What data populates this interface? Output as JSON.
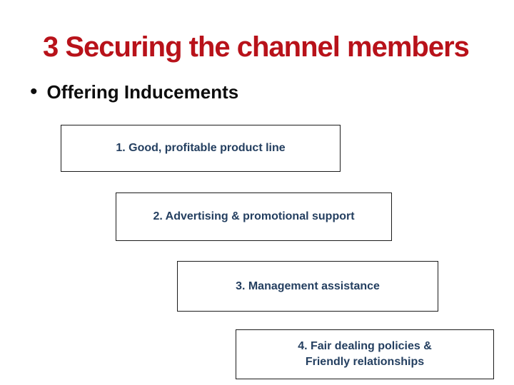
{
  "slide": {
    "title": "3 Securing the channel members",
    "bullet": {
      "marker": "•",
      "text": "Offering Inducements"
    },
    "boxes": [
      {
        "lines": [
          "1. Good, profitable product line"
        ]
      },
      {
        "lines": [
          "2. Advertising & promotional support"
        ]
      },
      {
        "lines": [
          "3. Management assistance"
        ]
      },
      {
        "lines": [
          "4. Fair dealing policies &",
          "Friendly relationships"
        ]
      }
    ],
    "colors": {
      "title_red": "#b8121a",
      "bullet_black": "#0d0d0d",
      "box_text_navy": "#243f60",
      "box_border": "#1b1b1b",
      "background": "#ffffff"
    }
  }
}
